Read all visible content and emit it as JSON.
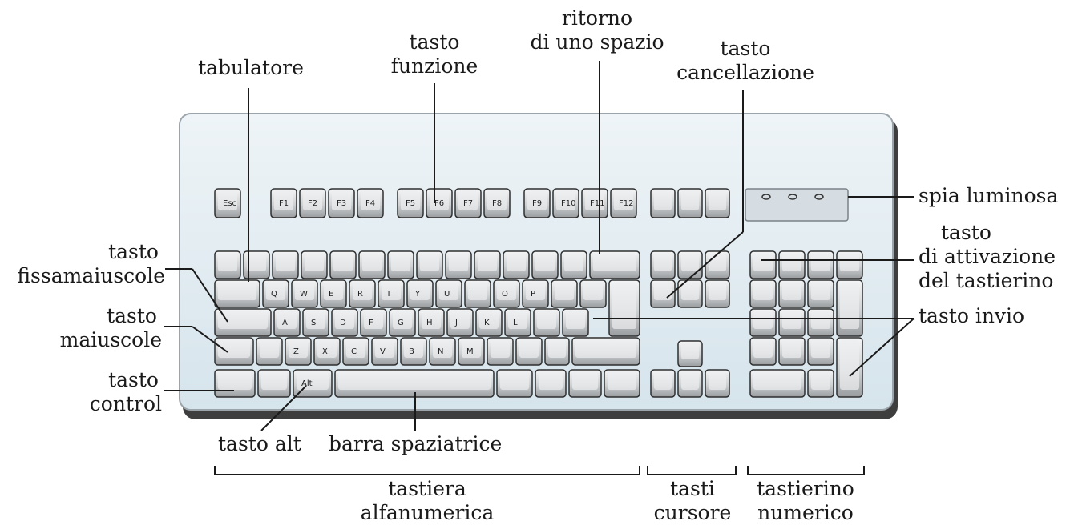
{
  "labels": {
    "tabulatore": "tabulatore",
    "tasto_funzione": [
      "tasto",
      "funzione"
    ],
    "ritorno": [
      "ritorno",
      "di uno spazio"
    ],
    "cancellazione": [
      "tasto",
      "cancellazione"
    ],
    "spia": "spia luminosa",
    "attivazione": [
      "tasto",
      "di attivazione",
      "del tastierino"
    ],
    "invio": "tasto invio",
    "fissamaiuscole": [
      "tasto",
      "fissamaiuscole"
    ],
    "maiuscole": [
      "tasto",
      "maiuscole"
    ],
    "control": [
      "tasto",
      "control"
    ],
    "alt": "tasto alt",
    "barra": "barra spaziatrice"
  },
  "groups": {
    "alfanumerica": [
      "tastiera",
      "alfanumerica"
    ],
    "cursore": [
      "tasti",
      "cursore"
    ],
    "numerico": [
      "tastierino",
      "numerico"
    ]
  },
  "keys": {
    "esc": "Esc",
    "function_row": [
      "F1",
      "F2",
      "F3",
      "F4",
      "F5",
      "F6",
      "F7",
      "F8",
      "F9",
      "F10",
      "F11",
      "F12"
    ],
    "row_q": [
      "Q",
      "W",
      "E",
      "R",
      "T",
      "Y",
      "U",
      "I",
      "O",
      "P"
    ],
    "row_a": [
      "A",
      "S",
      "D",
      "F",
      "G",
      "H",
      "J",
      "K",
      "L"
    ],
    "row_z": [
      "Z",
      "X",
      "C",
      "V",
      "B",
      "N",
      "M"
    ],
    "alt": "Alt"
  },
  "colors": {
    "body": "#e4eef3",
    "frame": "#4a4a4a",
    "key": "#d2d4d6",
    "line": "#1a1a1a"
  }
}
